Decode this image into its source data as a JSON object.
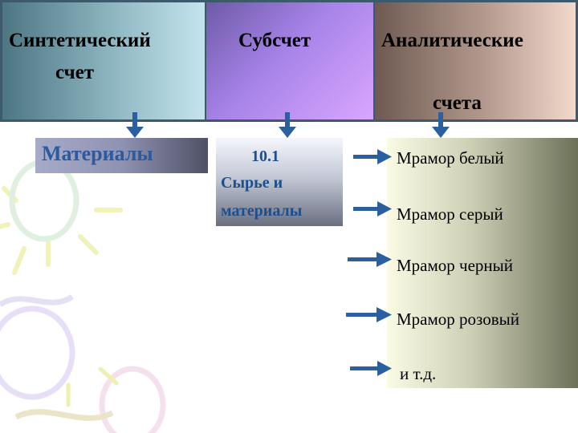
{
  "header": {
    "synthetic_line1": "Синтетический",
    "synthetic_line2": "счет",
    "subaccount": "Субсчет",
    "analytic_line1": "Аналитические",
    "analytic_line2": "счета"
  },
  "synthetic_account": "Материалы",
  "subaccount_box": {
    "code": "10.1",
    "line2": "Сырье и",
    "line3": "материалы"
  },
  "analytic_items": [
    "Мрамор белый",
    "Мрамор серый",
    "Мрамор черный",
    "Мрамор розовый",
    "и т.д."
  ],
  "colors": {
    "header_border": "#3d5a6c",
    "arrow": "#2c5fa0",
    "materials_text": "#2a5aa0"
  }
}
